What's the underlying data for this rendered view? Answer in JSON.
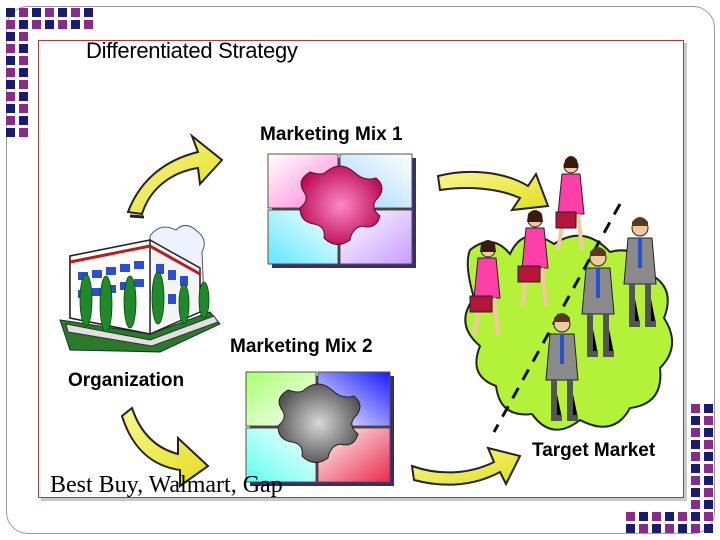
{
  "slide": {
    "title": "Differentiated Strategy",
    "labels": {
      "marketing_mix_1": "Marketing Mix 1",
      "marketing_mix_2": "Marketing Mix 2",
      "organization": "Organization",
      "target_market": "Target Market"
    },
    "caption": "Best Buy, Walmart, Gap"
  },
  "colors": {
    "frame_border": "#9a9a9a",
    "box_border": "#b33a3a",
    "arrow_fill": "#f2f04a",
    "market_blob": "#aef23a",
    "puzzle1_center": "#b3004a",
    "puzzle2_center": "#666666",
    "decor_navy": "#1a1a6e",
    "decor_purple": "#8a2a8a"
  },
  "icons": [
    "building-icon",
    "puzzle-icon",
    "curved-arrow-icon",
    "businesswoman-icon",
    "businessman-icon"
  ]
}
